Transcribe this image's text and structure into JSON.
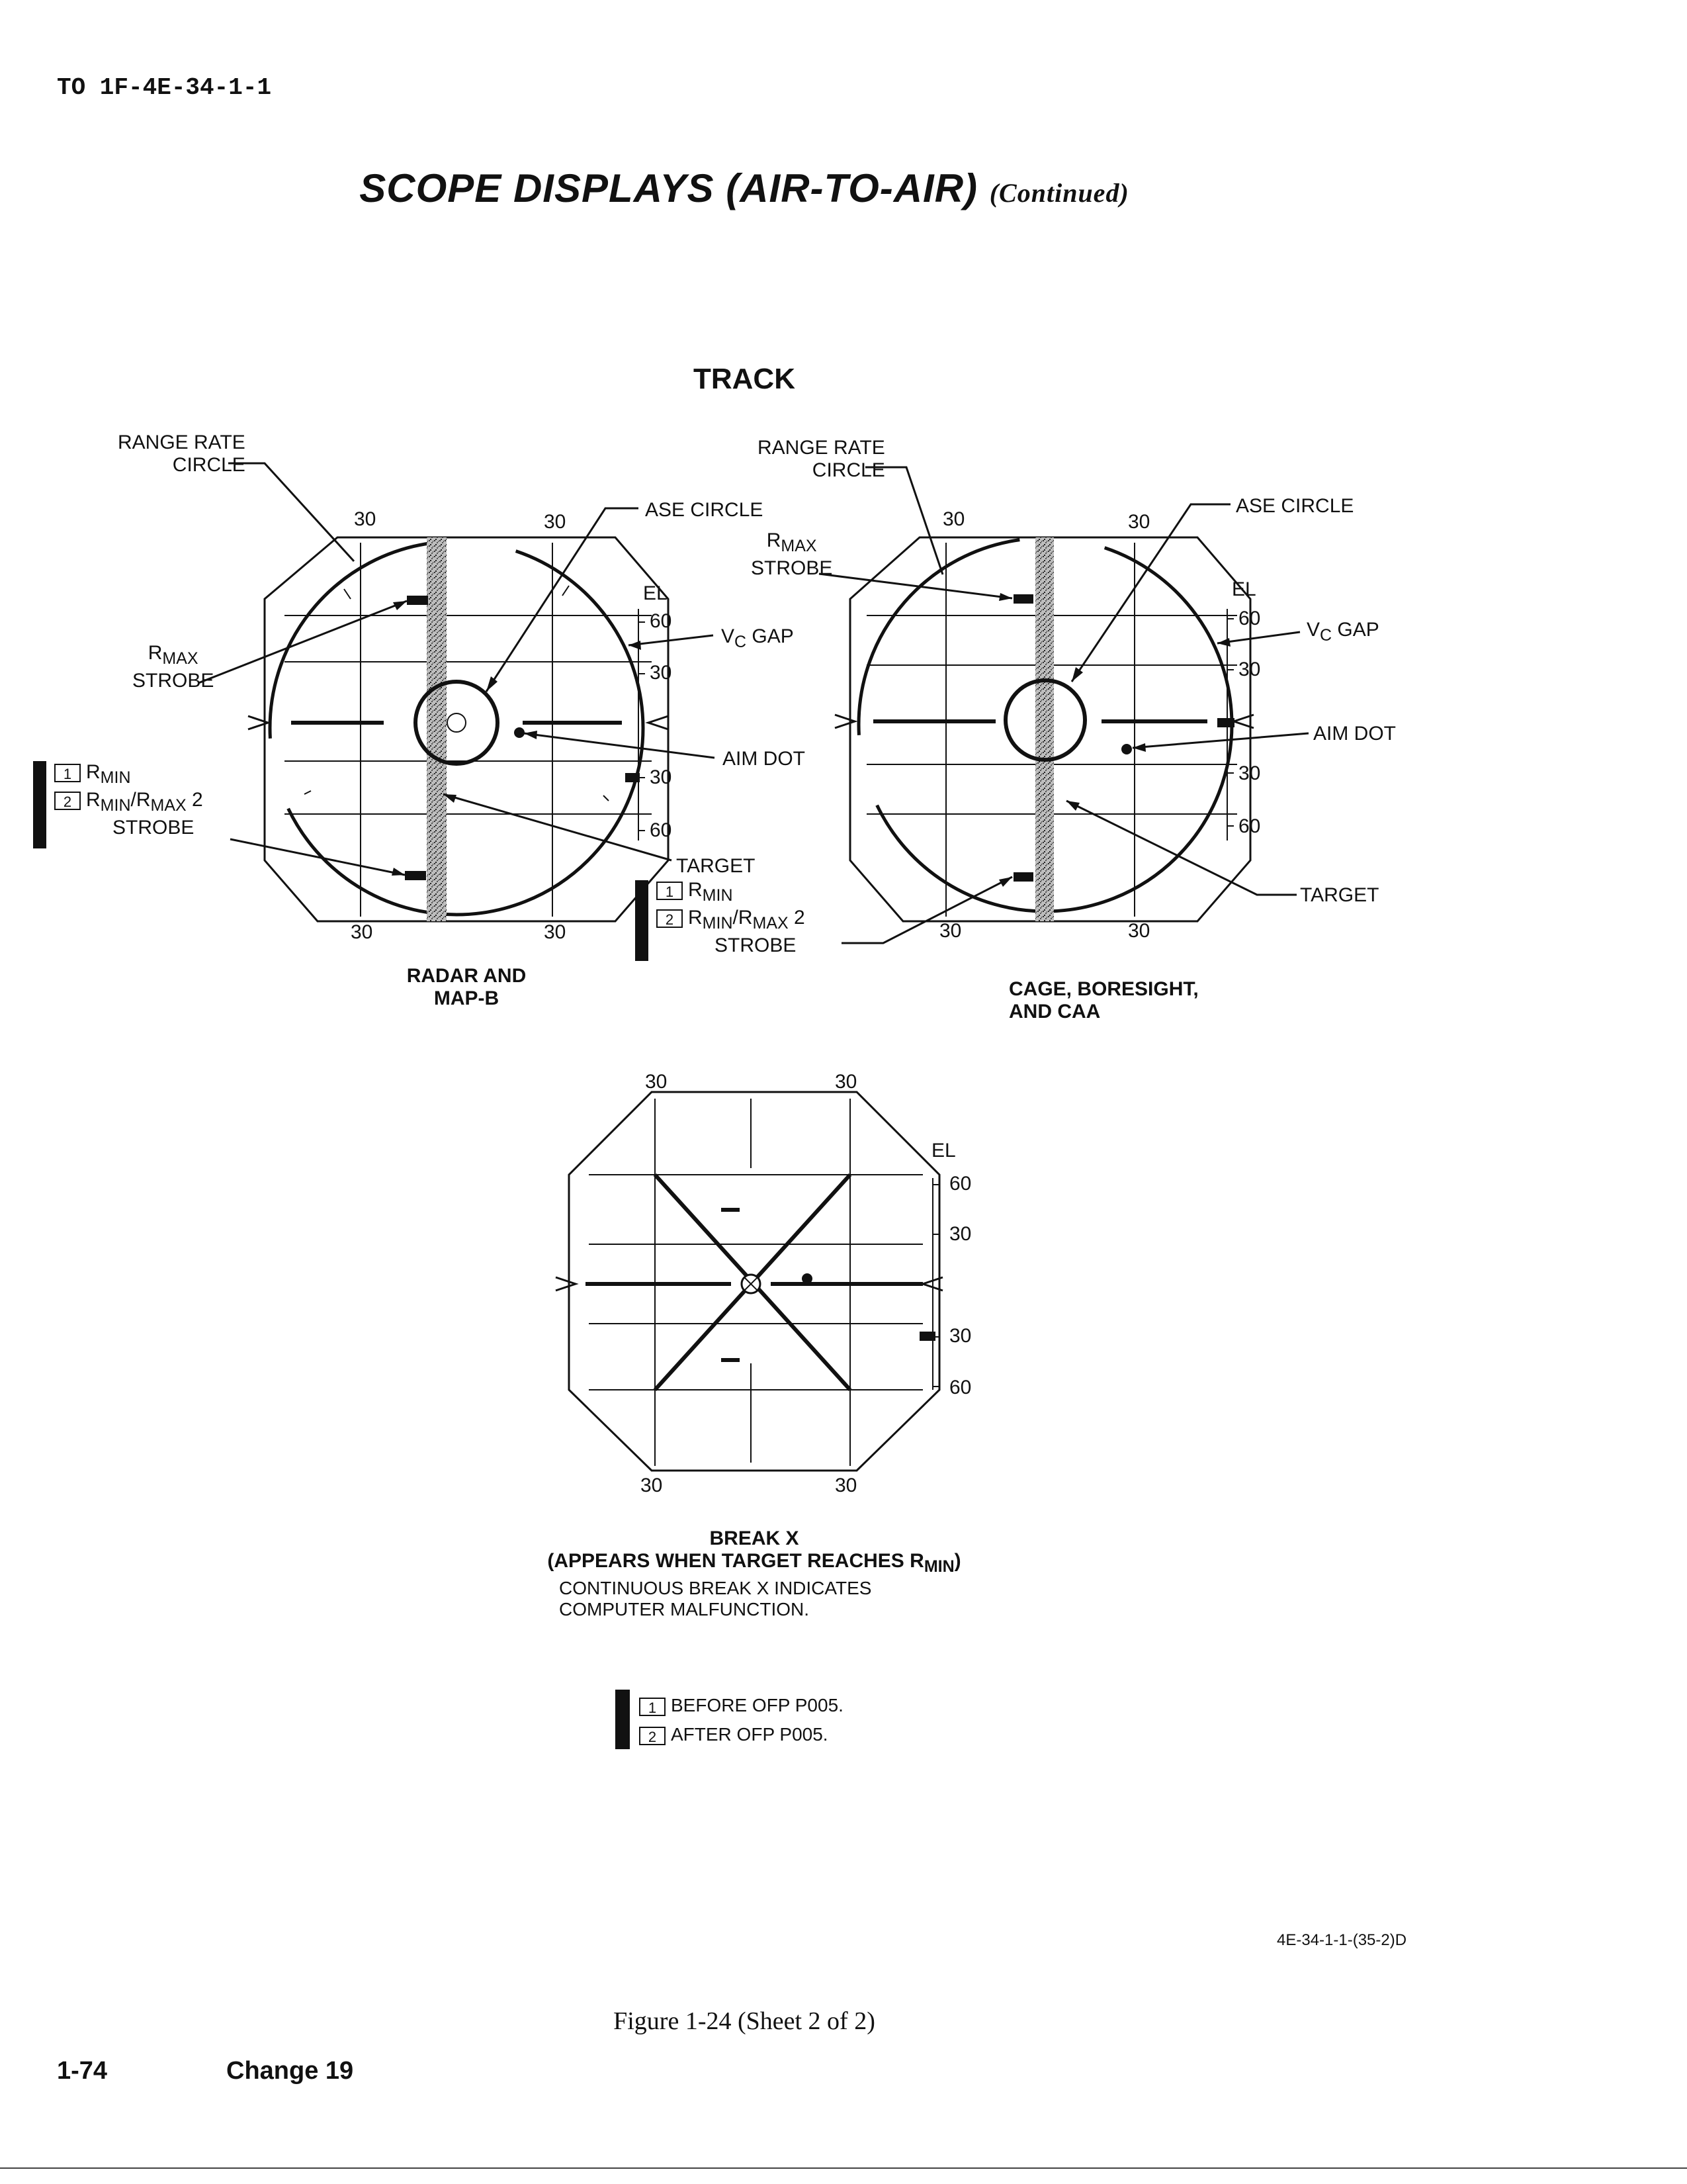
{
  "header": {
    "doc_number": "TO 1F-4E-34-1-1"
  },
  "title": {
    "main": "SCOPE DISPLAYS (AIR-TO-AIR)",
    "continued": "(Continued)"
  },
  "section": {
    "track": "TRACK"
  },
  "scale_labels": {
    "thirty": "30",
    "sixty": "60",
    "el": "EL"
  },
  "left_display": {
    "callouts": {
      "range_rate_circle": "RANGE RATE\nCIRCLE",
      "ase_circle": "ASE CIRCLE",
      "rmax_strobe_r": "R",
      "rmax_strobe_sub": "MAX",
      "rmax_strobe_word": "STROBE",
      "vc_gap": "V",
      "vc_gap_sub": "C",
      "vc_gap_word": "GAP",
      "aim_dot": "AIM DOT",
      "target": "TARGET",
      "rmin_1": "R",
      "rmin_1_sub": "MIN",
      "rmin_2_r": "R",
      "rmin_2_sub": "MIN",
      "rmin_2_slash_r": "/R",
      "rmin_2_sub2": "MAX",
      "rmin_2_num": "2",
      "strobe": "STROBE"
    },
    "caption": "RADAR AND\nMAP-B"
  },
  "right_display": {
    "callouts": {
      "range_rate_circle": "RANGE RATE\nCIRCLE",
      "ase_circle": "ASE CIRCLE",
      "rmax_strobe_r": "R",
      "rmax_strobe_sub": "MAX",
      "rmax_strobe_word": "STROBE",
      "vc_gap": "V",
      "vc_gap_sub": "C",
      "vc_gap_word": "GAP",
      "aim_dot": "AIM DOT",
      "target": "TARGET"
    },
    "caption": "CAGE, BORESIGHT,\nAND CAA"
  },
  "bottom_display": {
    "caption_line1": "BREAK X",
    "caption_line2": "(APPEARS WHEN TARGET REACHES R",
    "caption_line2_sub": "MIN",
    "caption_line2_end": ")",
    "note": "CONTINUOUS BREAK X INDICATES\nCOMPUTER MALFUNCTION."
  },
  "legend": {
    "tag1": "1",
    "tag2": "2",
    "item1": "BEFORE OFP P005.",
    "item2": "AFTER OFP P005."
  },
  "reference": "4E-34-1-1-(35-2)D",
  "figure_caption": "Figure 1-24 (Sheet 2 of 2)",
  "footer": {
    "page": "1-74",
    "change": "Change 19"
  }
}
